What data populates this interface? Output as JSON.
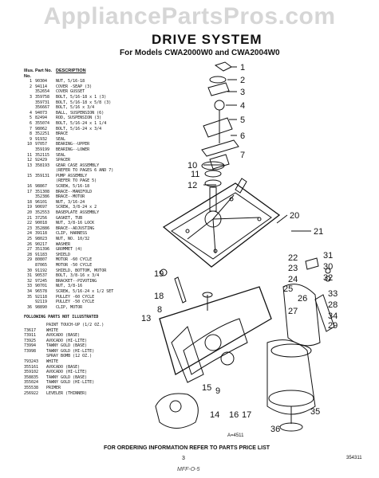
{
  "watermark": "AppliancePartsPros.com",
  "title": "DRIVE SYSTEM",
  "subtitle": "For Models CWA2000W0 and CWA2004W0",
  "list_header": {
    "col1": "Illus. No.",
    "col2": "Part No.",
    "col3": "DESCRIPTION"
  },
  "parts": [
    {
      "n": "1",
      "p": "90304",
      "d": "NUT, 5/16-18"
    },
    {
      "n": "2",
      "p": "94114",
      "d": "COVER -SEAP (3)"
    },
    {
      "n": "",
      "p": "352654",
      "d": "COVER GUSSET"
    },
    {
      "n": "3",
      "p": "359758",
      "d": "BOLT, 5/16-18 x 1 (3)"
    },
    {
      "n": "",
      "p": "359731",
      "d": "BOLT, 5/16-18 x 5/8 (3)"
    },
    {
      "n": "",
      "p": "356667",
      "d": "BOLT, 5/16 x 3/4"
    },
    {
      "n": "4",
      "p": "94073",
      "d": "BALL, SUSPENSION (6)"
    },
    {
      "n": "5",
      "p": "82494",
      "d": "ROD, SUSPENSION (3)"
    },
    {
      "n": "6",
      "p": "355074",
      "d": "BOLT, 5/16-24 x 1 1/4"
    },
    {
      "n": "7",
      "p": "98062",
      "d": "BOLT, 5/16-24 x 3/4"
    },
    {
      "n": "8",
      "p": "352251",
      "d": "BRACE"
    },
    {
      "n": "9",
      "p": "91932",
      "d": "SEAL"
    },
    {
      "n": "10",
      "p": "97057",
      "d": "BEARING--UPPER"
    },
    {
      "n": "",
      "p": "359199",
      "d": "BEARING--LOWER"
    },
    {
      "n": "11",
      "p": "352115",
      "d": "SEAL"
    },
    {
      "n": "12",
      "p": "92429",
      "d": "SPACER"
    },
    {
      "n": "13",
      "p": "358193",
      "d": "GEAR CASE ASSEMBLY"
    },
    {
      "n": "",
      "p": "",
      "d": "(REFER TO PAGES 6 AND 7)"
    },
    {
      "n": "15",
      "p": "359131",
      "d": "PUMP ASSEMBLY"
    },
    {
      "n": "",
      "p": "",
      "d": "(REFER TO PAGE 5)"
    },
    {
      "n": "16",
      "p": "98867",
      "d": "SCREW, 5/16-18"
    },
    {
      "n": "17",
      "p": "351308",
      "d": "BRACE--MANIFOLD"
    },
    {
      "n": "",
      "p": "352386",
      "d": "BRACE--MOTOR"
    },
    {
      "n": "18",
      "p": "96101",
      "d": "NUT, 3/16-24"
    },
    {
      "n": "19",
      "p": "90697",
      "d": "SCREW, 3/8-24 x 2"
    },
    {
      "n": "20",
      "p": "352553",
      "d": "BASEPLATE ASSEMBLY"
    },
    {
      "n": "21",
      "p": "37256",
      "d": "GASKET, TUB"
    },
    {
      "n": "22",
      "p": "90018",
      "d": "NUT, 3/8-16 LOCK"
    },
    {
      "n": "23",
      "p": "352886",
      "d": "BRACE--ADJUSTING"
    },
    {
      "n": "24",
      "p": "39118",
      "d": "CLIP, HARNESS"
    },
    {
      "n": "25",
      "p": "98023",
      "d": "NUT, NO. 10/32"
    },
    {
      "n": "26",
      "p": "90217",
      "d": "WASHER"
    },
    {
      "n": "27",
      "p": "351396",
      "d": "GROMMET (4)"
    },
    {
      "n": "28",
      "p": "91183",
      "d": "SHIELD"
    },
    {
      "n": "29",
      "p": "80807",
      "d": "MOTOR -60 CYCLE"
    },
    {
      "n": "",
      "p": "87065",
      "d": "MOTOR -50 CYCLE"
    },
    {
      "n": "30",
      "p": "91192",
      "d": "SHIELD, BOTTOM, MOTOR"
    },
    {
      "n": "31",
      "p": "90537",
      "d": "BOLT, 3/8-16 x 3/4"
    },
    {
      "n": "32",
      "p": "97245",
      "d": "BRACKET--PIVOTING"
    },
    {
      "n": "33",
      "p": "90701",
      "d": "NUT, 3/8-16"
    },
    {
      "n": "34",
      "p": "96578",
      "d": "SCREW, 5/16-24 x 1/2 SET"
    },
    {
      "n": "35",
      "p": "92118",
      "d": "PULLEY -60 CYCLE"
    },
    {
      "n": "",
      "p": "92119",
      "d": "PULLEY -50 CYCLE"
    },
    {
      "n": "36",
      "p": "98890",
      "d": "CLIP, MOTOR"
    }
  ],
  "following_header": "FOLLOWING PARTS NOT ILLUSTRATED",
  "paint_header": "PAINT TOUCH-UP (1/2 OZ.)",
  "paint": [
    {
      "p": "73617",
      "d": "WHITE"
    },
    {
      "p": "73911",
      "d": "AVOCADO (BASE)"
    },
    {
      "p": "73925",
      "d": "AVOCADO (HI-LITE)"
    },
    {
      "p": "73994",
      "d": "TAWNY GOLD (BASE)"
    },
    {
      "p": "73998",
      "d": "TAWNY GOLD (HI-LITE)"
    },
    {
      "p": "",
      "d": "SPRAY BOMB (12 OZ.)"
    },
    {
      "p": "793243",
      "d": "WHITE"
    },
    {
      "p": "355161",
      "d": "AVOCADO (BASE)"
    },
    {
      "p": "359102",
      "d": "AVOCADO (HI-LITE)"
    },
    {
      "p": "358835",
      "d": "TAWNY GOLD (BASE)"
    },
    {
      "p": "355024",
      "d": "TAWNY GOLD (HI-LITE)"
    },
    {
      "p": "355538",
      "d": "PRIMER"
    },
    {
      "p": "256922",
      "d": "LEVELER (THINNER)"
    }
  ],
  "callouts": [
    "1",
    "2",
    "3",
    "4",
    "5",
    "6",
    "7",
    "8",
    "9",
    "10",
    "11",
    "12",
    "13",
    "14",
    "15",
    "16",
    "17",
    "18",
    "19",
    "20",
    "21",
    "22",
    "23",
    "24",
    "25",
    "26",
    "27",
    "28",
    "29",
    "30",
    "31",
    "32",
    "33",
    "34",
    "35",
    "36"
  ],
  "assembly_label": "A=4511",
  "footer": "FOR ORDERING INFORMATION REFER TO PARTS PRICE LIST",
  "page_number": "3",
  "doc_code": "354311",
  "hand_note": "MFF-O-5"
}
